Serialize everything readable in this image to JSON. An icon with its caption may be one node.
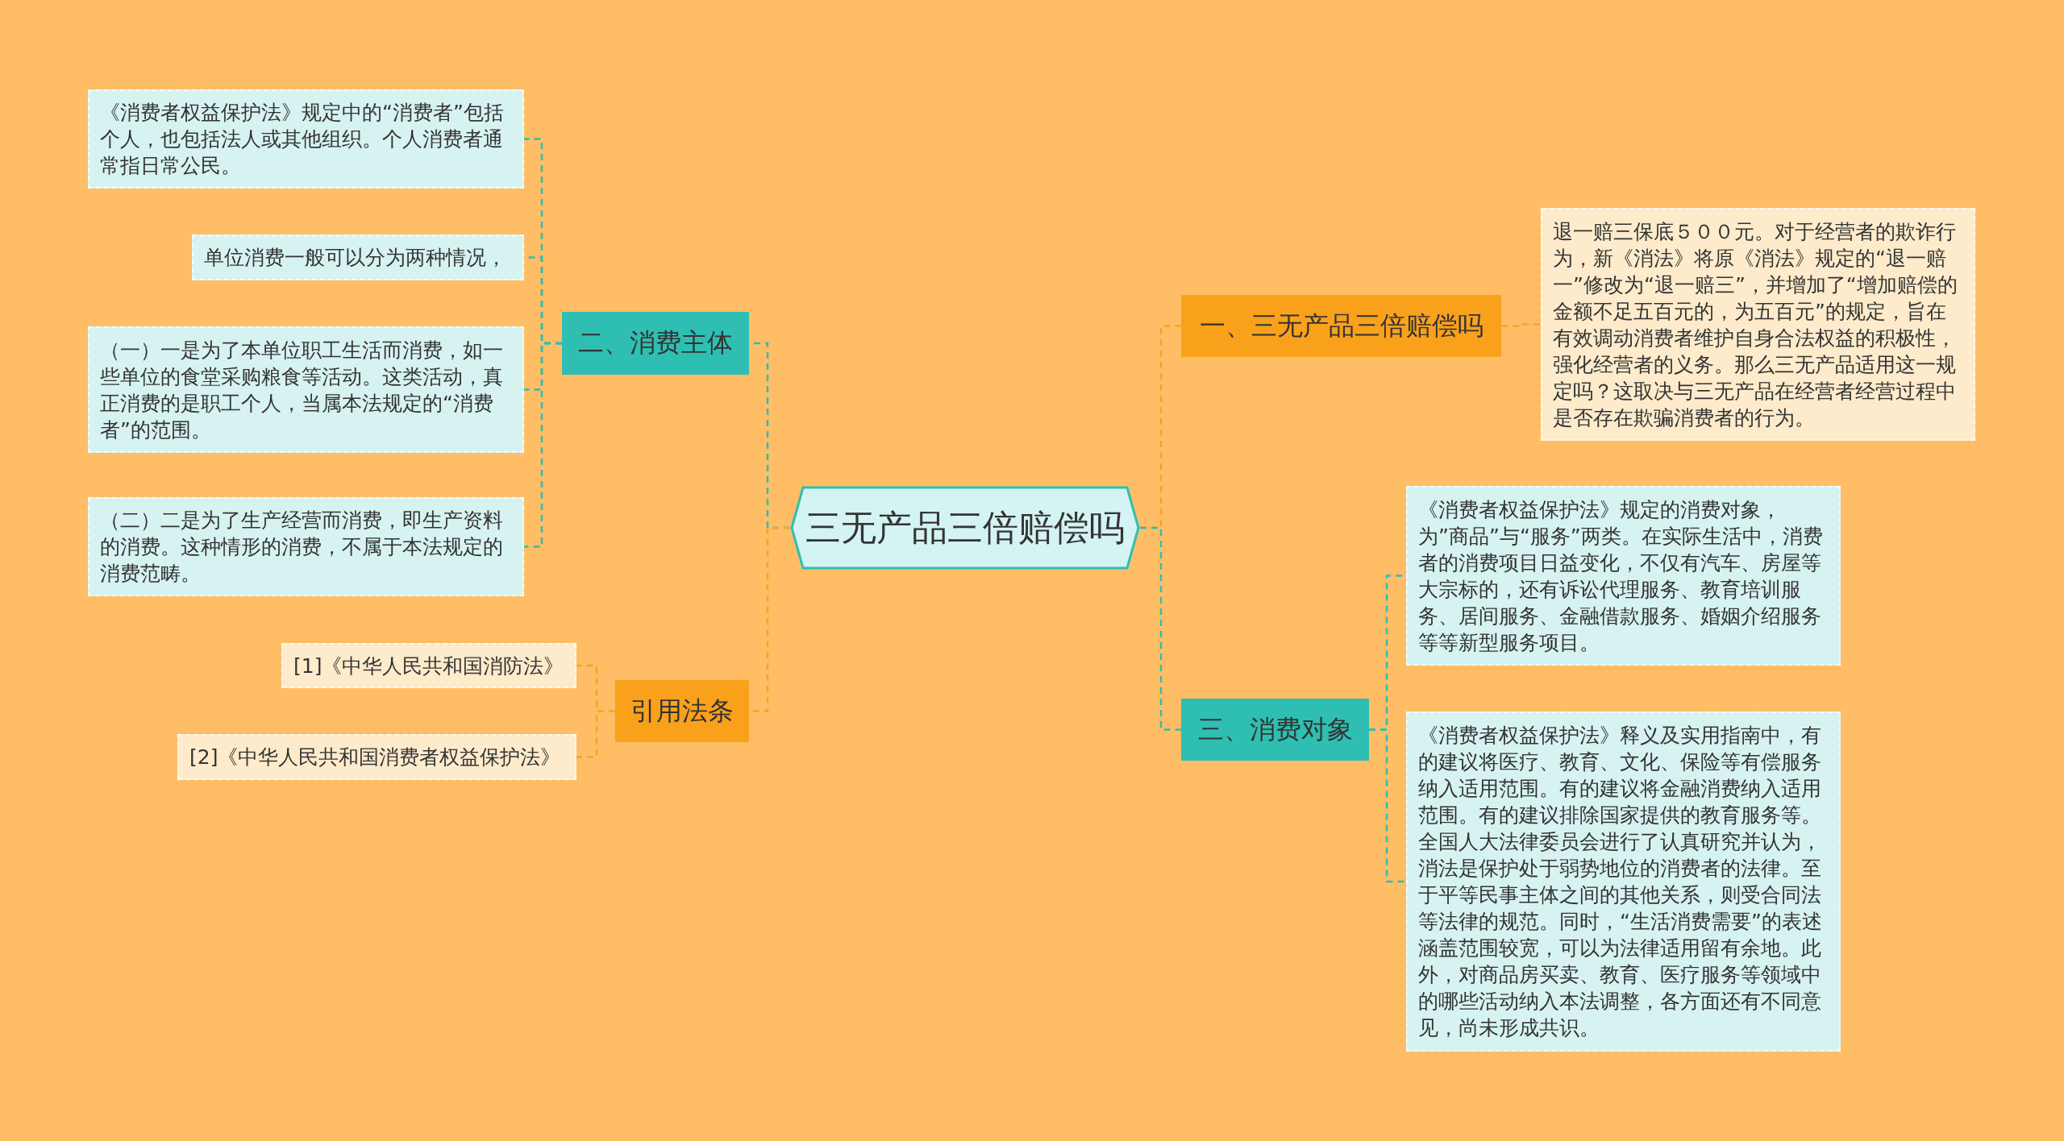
{
  "diagram": {
    "nodes": [
      {
        "text": [
          "三无产品三倍赔偿吗"
        ]
      },
      {
        "text": [
          "二、消费主体"
        ]
      },
      {
        "text": [
          "《消费者权益保护法》规定中的“消费者”包括个人，也包括法人或其他组织。个人消费者通常指日常公民。"
        ]
      },
      {
        "text": [
          "单位消费一般可以分为两种情况，"
        ]
      },
      {
        "text": [
          "（一）一是为了本单位职工生活而消费，如一些单位的食堂采购粮食等活动。这类活动，真正消费的是职工个人，当属本法规定的“消费者”的范围。"
        ]
      },
      {
        "text": [
          "（二）二是为了生产经营而消费，即生产资料的消费。这种情形的消费，不属于本法规定的消费范畴。"
        ]
      },
      {
        "text": [
          "引用法条"
        ]
      },
      {
        "text": [
          "[1]《中华人民共和国消防法》"
        ]
      },
      {
        "text": [
          "[2]《中华人民共和国消费者权益保护法》"
        ]
      },
      {
        "text": [
          "一、三无产品三倍赔偿吗"
        ]
      },
      {
        "text": [
          "退一赔三保底５００元。对于经营者的欺诈行为，新《消法》将原《消法》规定的“退一赔一”修改为“退一赔三”，并增加了“增加赔偿的金额不足五百元的，为五百元”的规定，旨在有效调动消费者维护自身合法权益的积极性，强化经营者的义务。那么三无产品适用这一规定吗？这取决与三无产品在经营者经营过程中是否存在欺骗消费者的行为。"
        ]
      },
      {
        "text": [
          "三、消费对象"
        ]
      },
      {
        "text": [
          "《消费者权益保护法》规定的消费对象，为”商品”与“服务”两类。在实际生活中，消费者的消费项目日益变化，不仅有汽车、房屋等大宗标的，还有诉讼代理服务、教育培训服务、居间服务、金融借款服务、婚姻介绍服务等等新型服务项目。"
        ]
      },
      {
        "text": [
          "《消费者权益保护法》释义及实用指南中，有的建议将医疗、教育、文化、保险等有偿服务纳入适用范围。有的建议将金融消费纳入适用范围。有的建议排除国家提供的教育服务等。全国人大法律委员会进行了认真研究并认为，消法是保护处于弱势地位的消费者的法律。至于平等民事主体之间的其他关系，则受合同法等法律的规范。同时，“生活消费需要”的表述涵盖范围较宽，可以为法律适用留有余地。此外，对商品房买卖、教育、医疗服务等领域中的哪些活动纳入本法调整，各方面还有不同意见，尚未形成共识。"
        ]
      }
    ],
    "edges": [
      {
        "from": 0,
        "to": 1,
        "arrow": "none"
      },
      {
        "from": 1,
        "to": 2,
        "arrow": "none"
      },
      {
        "from": 1,
        "to": 3,
        "arrow": "none"
      },
      {
        "from": 1,
        "to": 4,
        "arrow": "none"
      },
      {
        "from": 1,
        "to": 5,
        "arrow": "none"
      },
      {
        "from": 0,
        "to": 6,
        "arrow": "none",
        "color": "#f5a623"
      },
      {
        "from": 6,
        "to": 7,
        "arrow": "none",
        "color": "#f5a623"
      },
      {
        "from": 6,
        "to": 8,
        "arrow": "none",
        "color": "#f5a623"
      },
      {
        "from": 0,
        "to": 9,
        "arrow": "none",
        "color": "#f5a623"
      },
      {
        "from": 9,
        "to": 10,
        "arrow": "none",
        "color": "#f5a623"
      },
      {
        "from": 0,
        "to": 11,
        "arrow": "none"
      },
      {
        "from": 11,
        "to": 12,
        "arrow": "none"
      },
      {
        "from": 11,
        "to": 13,
        "arrow": "none"
      }
    ]
  }
}
